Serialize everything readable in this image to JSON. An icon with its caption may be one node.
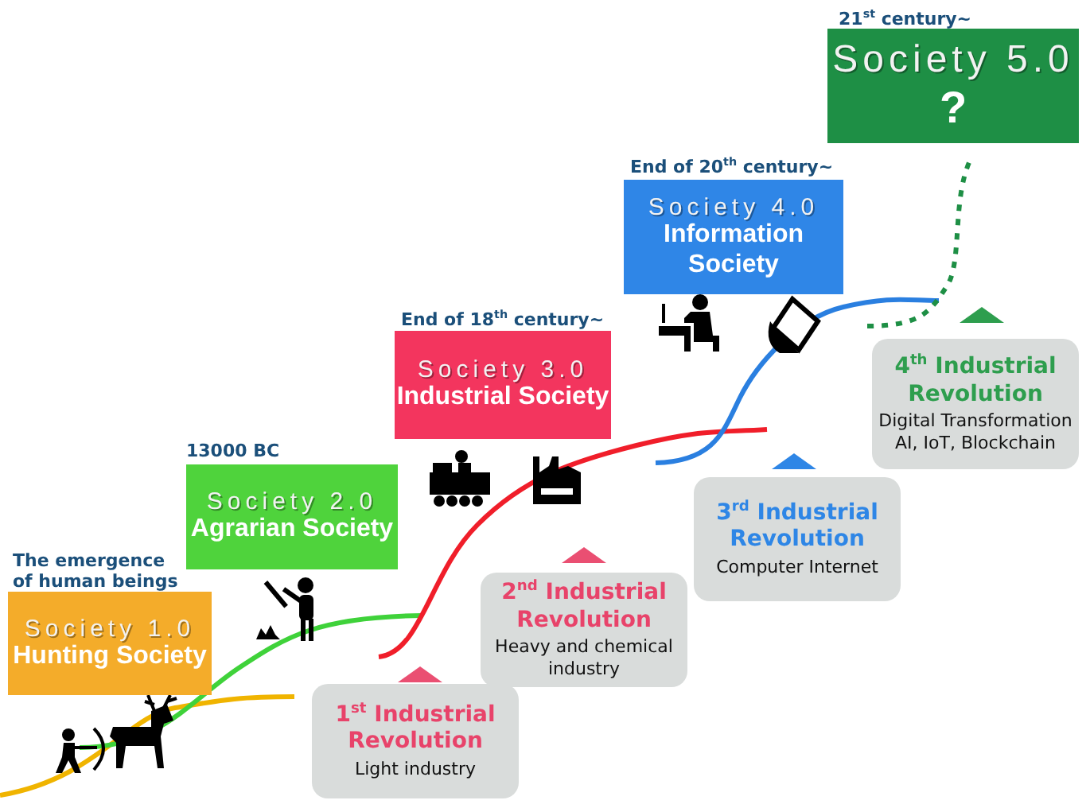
{
  "diagram": {
    "nodes": [
      {
        "text": [
          "Society 1.0",
          "Hunting Society"
        ],
        "beside": [
          "The emergence of human beings"
        ]
      },
      {
        "text": [
          "Society 2.0",
          "Agrarian Society"
        ],
        "beside": [
          "13000 BC"
        ]
      },
      {
        "text": [
          "Society 3.0",
          "Industrial Society"
        ],
        "beside": [
          "End of 18$^{th}$ century~"
        ]
      },
      {
        "text": [
          "Society 4.0",
          "Information Society"
        ],
        "beside": [
          "End of 20$^{th}$ century~"
        ]
      },
      {
        "text": [
          "Society 5.0",
          "?"
        ],
        "beside": [
          "21$^{st}$ century~"
        ]
      },
      {
        "text": [
          "1$^{st}$ Industrial Revolution",
          "Light industry"
        ]
      },
      {
        "text": [
          "2$^{nd}$ Industrial Revolution",
          "Heavy and chemical industry"
        ]
      },
      {
        "text": [
          "3$^{rd}$ Industrial Revolution",
          "Computer Internet"
        ]
      },
      {
        "text": [
          "4$^{th}$ Industrial Revolution",
          "Digital Transformation AI, IoT, Blockchain"
        ]
      }
    ]
  }
}
